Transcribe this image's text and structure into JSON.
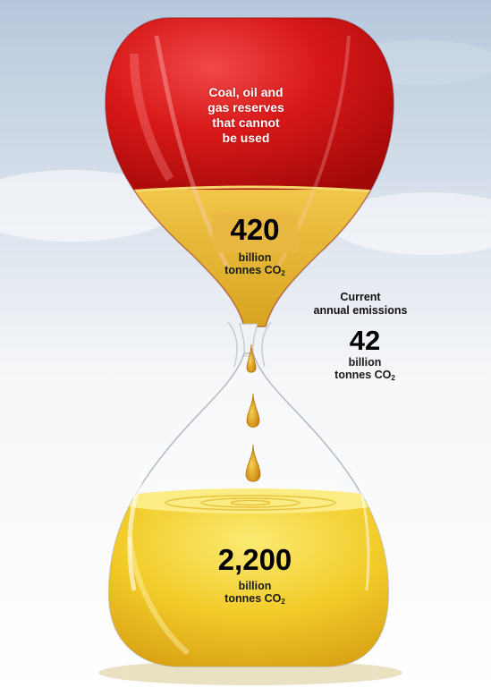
{
  "reserves": {
    "lines": [
      "Coal, oil and",
      "gas reserves",
      "that cannot",
      "be used"
    ]
  },
  "budget": {
    "value": "420",
    "unit_line1": "billion",
    "unit_line2": "tonnes CO",
    "unit_sub": "2"
  },
  "emissions": {
    "title_line1": "Current",
    "title_line2": "annual emissions",
    "value": "42",
    "unit_line1": "billion",
    "unit_line2": "tonnes CO",
    "unit_sub": "2"
  },
  "emitted": {
    "value": "2,200",
    "unit_line1": "billion",
    "unit_line2": "tonnes CO",
    "unit_sub": "2"
  },
  "colors": {
    "sky_top": "#b9c9dc",
    "sky_bottom": "#f4f6f9",
    "red_reserves": "#d01414",
    "gold_budget": "#e9b840",
    "gold_emitted": "#f2cf2a",
    "drop": "#d99a18"
  }
}
